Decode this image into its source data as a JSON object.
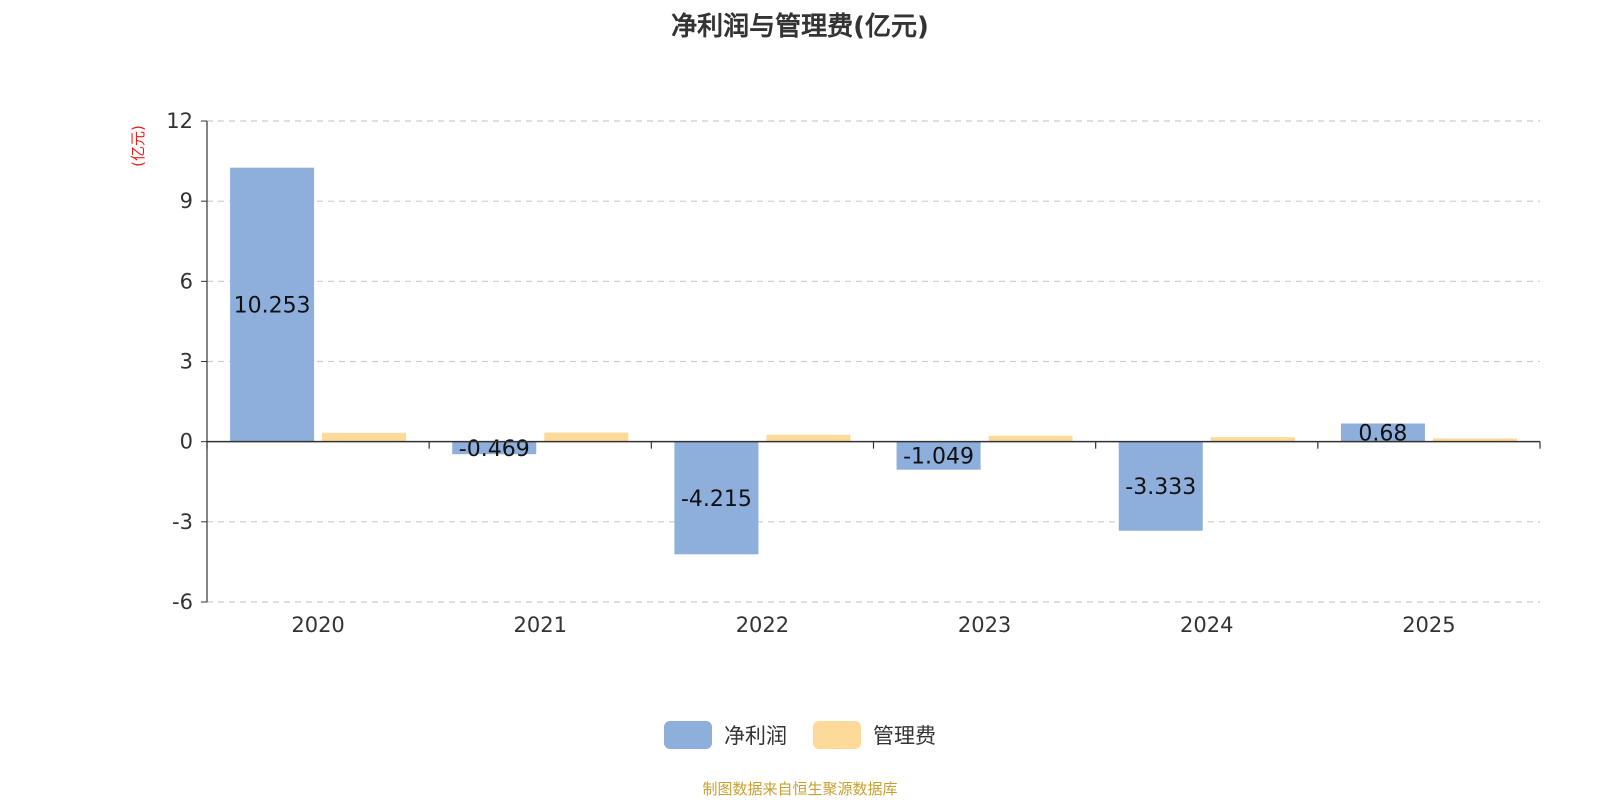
{
  "colors": {
    "net_profit": "#8eaedb",
    "admin_expense": "#fdd99a",
    "unit_label": "#e8201e",
    "source": "#c8a032"
  },
  "source_note": "制图数据来自恒生聚源数据库",
  "chart_data": {
    "type": "bar",
    "title": "净利润与管理费(亿元)",
    "ylabel": "(亿元)",
    "xlabel": "",
    "ylim": [
      -6,
      12
    ],
    "yticks": [
      12,
      9,
      6,
      3,
      0,
      -3,
      -6
    ],
    "categories": [
      "2020",
      "2021",
      "2022",
      "2023",
      "2024",
      "2025"
    ],
    "grid": true,
    "legend_position": "bottom-center",
    "series": [
      {
        "name": "净利润",
        "values": [
          10.253,
          -0.469,
          -4.215,
          -1.049,
          -3.333,
          0.68
        ],
        "labels": [
          "10.253",
          "-0.469",
          "-4.215",
          "-1.049",
          "-3.333",
          "0.68"
        ]
      },
      {
        "name": "管理费",
        "values": [
          0.33,
          0.34,
          0.26,
          0.22,
          0.17,
          0.12
        ]
      }
    ]
  }
}
